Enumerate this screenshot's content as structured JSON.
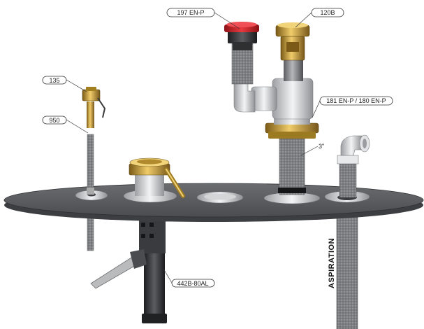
{
  "callouts": {
    "c197": "197 EN-P",
    "c120": "120B",
    "c135": "135",
    "c950": "950",
    "c181": "181 EN-P / 180 EN-P",
    "c3": "3\"",
    "c442": "442B-80AL"
  },
  "aspiration": "ASPIRATION",
  "colors": {
    "plate": "#5f6163",
    "pipe": "#8a8c8e",
    "brass": "#c69a3a",
    "red_cap": "#d2232a",
    "dark": "#2e2f31"
  }
}
